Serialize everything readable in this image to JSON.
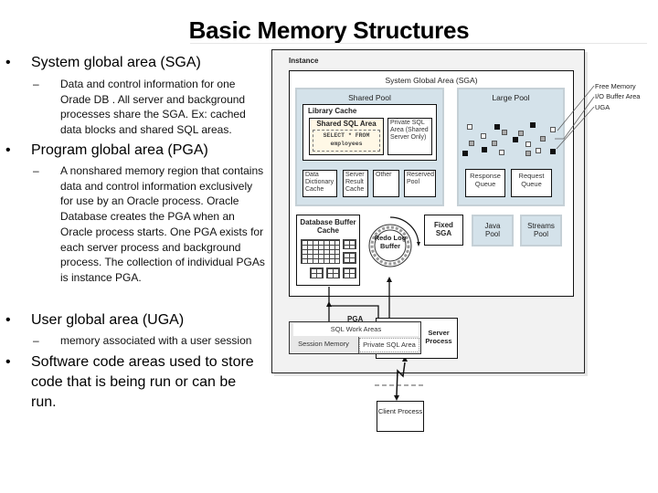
{
  "slide": {
    "title": "Basic Memory Structures"
  },
  "bullets": [
    {
      "text": "System global area (SGA)",
      "sub": [
        "Data and control information for one Orade DB . All server and background processes share the SGA. Ex:  cached data blocks and shared SQL areas."
      ]
    },
    {
      "text": "Program global area (PGA)",
      "sub": [
        "A  nonshared memory region that contains data and control information exclusively for use by an Oracle process. Oracle Database creates the PGA when an Oracle process starts. One PGA exists for each server process and background process. The collection of individual PGAs is instance PGA."
      ]
    },
    {
      "text": "User global area (UGA)",
      "sub": [
        "memory associated with a user session"
      ]
    },
    {
      "text": "Software code areas used to store code that is being run or can be run.",
      "sub": []
    }
  ],
  "diagram": {
    "instance_label": "Instance",
    "sga_label": "System Global Area (SGA)",
    "shared_pool": {
      "label": "Shared Pool",
      "library_cache": {
        "label": "Library Cache",
        "shared_sql_area": {
          "label": "Shared SQL Area",
          "sql_line1": "SELECT * FROM",
          "sql_line2": "employees"
        },
        "private_sql_area": "Private SQL Area (Shared Server Only)"
      },
      "components": [
        "Data Dictionary Cache",
        "Server Result Cache",
        "Other",
        "Reserved Pool"
      ]
    },
    "large_pool": {
      "label": "Large Pool",
      "queues": [
        "Response Queue",
        "Request Queue"
      ]
    },
    "legend": [
      "Free Memory",
      "I/O Buffer Area",
      "UGA"
    ],
    "buffer_cache": "Database Buffer Cache",
    "redo_log_buffer": "Redo Log Buffer",
    "fixed_sga": "Fixed SGA",
    "java_pool": "Java Pool",
    "streams_pool": "Streams Pool",
    "pga": {
      "label": "PGA",
      "sql_work_areas": "SQL Work Areas",
      "session_memory": "Session Memory",
      "private_sql_area": "Private SQL Area"
    },
    "server_process": "Server Process",
    "client_process": "Client Process"
  },
  "colors": {
    "pool_fill": "#d4e2ea",
    "instance_fill": "#f2f2f2"
  }
}
